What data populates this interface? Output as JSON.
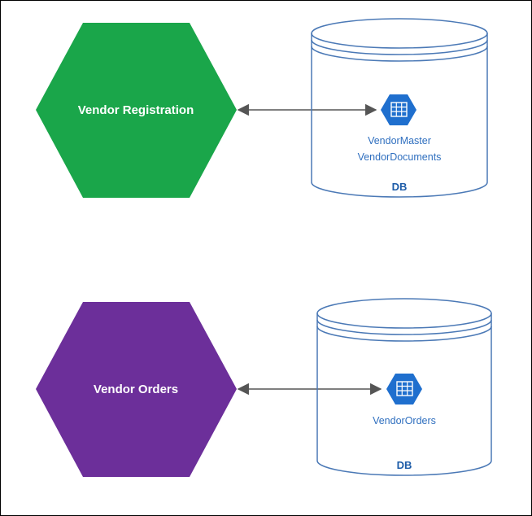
{
  "colors": {
    "registration": "#1aa64a",
    "orders": "#6c2f9a",
    "db_stroke": "#4b79b6",
    "table_icon": "#1f6fce",
    "arrow": "#555555"
  },
  "services": [
    {
      "name": "Vendor Registration",
      "color_key": "registration"
    },
    {
      "name": "Vendor Orders",
      "color_key": "orders"
    }
  ],
  "databases": [
    {
      "label": "DB",
      "tables": [
        "VendorMaster",
        "VendorDocuments"
      ]
    },
    {
      "label": "DB",
      "tables": [
        "VendorOrders"
      ]
    }
  ]
}
